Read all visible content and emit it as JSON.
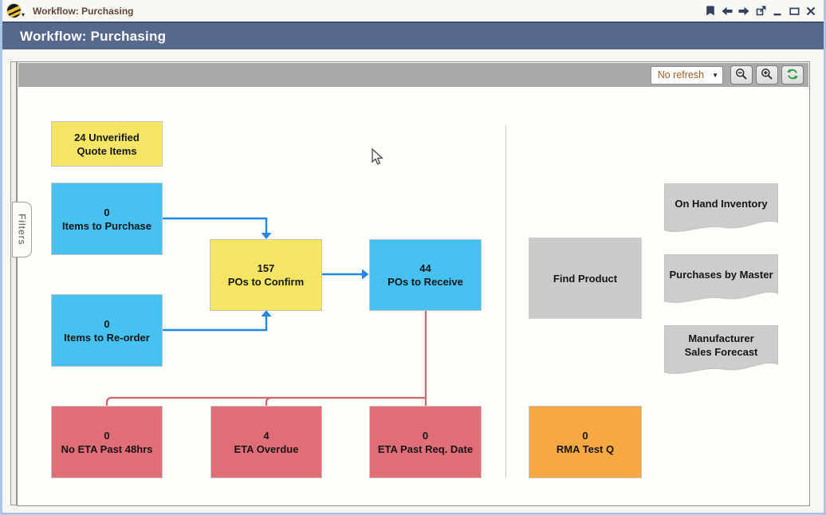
{
  "window": {
    "tab_title": "Workflow: Purchasing",
    "header_title": "Workflow: Purchasing"
  },
  "titlebar_icons": [
    "bookmark",
    "back-arrow",
    "forward-arrow",
    "open-external",
    "minimize",
    "maximize",
    "close"
  ],
  "toolbar": {
    "refresh_select_value": "No refresh",
    "buttons": [
      "zoom-out",
      "zoom-in",
      "refresh"
    ]
  },
  "sidebar": {
    "filters_tab_label": "Filters"
  },
  "diagram": {
    "nodes": {
      "unverified_quote_items": {
        "line1": "24 Unverified",
        "line2": "Quote Items",
        "color": "yellow"
      },
      "items_to_purchase": {
        "line1": "0",
        "line2": "Items to Purchase",
        "color": "blue"
      },
      "pos_to_confirm": {
        "line1": "157",
        "line2": "POs to Confirm",
        "color": "yellow"
      },
      "pos_to_receive": {
        "line1": "44",
        "line2": "POs to Receive",
        "color": "blue"
      },
      "items_to_reorder": {
        "line1": "0",
        "line2": "Items to Re-order",
        "color": "blue"
      },
      "no_eta_past_48hrs": {
        "line1": "0",
        "line2": "No ETA Past 48hrs",
        "color": "red"
      },
      "eta_overdue": {
        "line1": "4",
        "line2": "ETA Overdue",
        "color": "red"
      },
      "eta_past_req_date": {
        "line1": "0",
        "line2": "ETA Past Req. Date",
        "color": "red"
      },
      "find_product": {
        "line1": "Find Product",
        "line2": "",
        "color": "gray"
      },
      "rma_test_q": {
        "line1": "0",
        "line2": "RMA Test Q",
        "color": "orange"
      },
      "on_hand_inventory": {
        "line1": "On Hand Inventory",
        "line2": "",
        "shape": "document"
      },
      "purchases_by_master": {
        "line1": "Purchases by Master",
        "line2": "",
        "shape": "document"
      },
      "manufacturer_sales_forecast": {
        "line1": "Manufacturer",
        "line2": "Sales Forecast",
        "shape": "document"
      }
    },
    "connections": [
      {
        "from": "items_to_purchase",
        "to": "pos_to_confirm",
        "color": "blue"
      },
      {
        "from": "items_to_reorder",
        "to": "pos_to_confirm",
        "color": "blue"
      },
      {
        "from": "pos_to_confirm",
        "to": "pos_to_receive",
        "color": "blue"
      },
      {
        "from": "pos_to_receive",
        "to": "no_eta_past_48hrs",
        "color": "red"
      },
      {
        "from": "pos_to_receive",
        "to": "eta_overdue",
        "color": "red"
      },
      {
        "from": "pos_to_receive",
        "to": "eta_past_req_date",
        "color": "red"
      }
    ],
    "colors": {
      "yellow": "#f4e565",
      "blue": "#47c1ef",
      "red": "#e16e77",
      "orange": "#f8a843",
      "gray": "#cbcbcb",
      "connector_blue": "#2289e8",
      "connector_red": "#cf6a6e",
      "header": "#56688c"
    }
  }
}
